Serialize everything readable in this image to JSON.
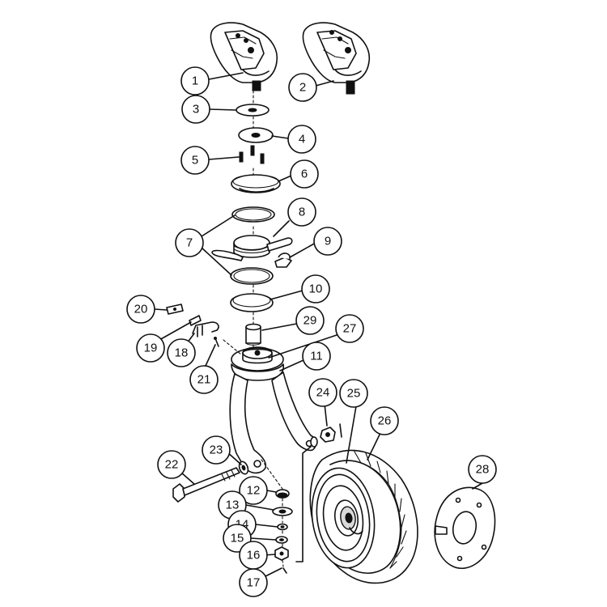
{
  "diagram": {
    "parts": [
      {
        "number": "1",
        "name": "swivel-top-plate-left"
      },
      {
        "number": "2",
        "name": "swivel-top-plate-right"
      },
      {
        "number": "3",
        "name": "flat-washer"
      },
      {
        "number": "4",
        "name": "bearing-plate"
      },
      {
        "number": "5",
        "name": "stud"
      },
      {
        "number": "6",
        "name": "upper-race"
      },
      {
        "number": "7",
        "name": "bearing-ring"
      },
      {
        "number": "8",
        "name": "swivel-lock-spring"
      },
      {
        "number": "9",
        "name": "wing-nut"
      },
      {
        "number": "10",
        "name": "lower-race"
      },
      {
        "number": "11",
        "name": "caster-fork"
      },
      {
        "number": "12",
        "name": "spacer"
      },
      {
        "number": "13",
        "name": "washer"
      },
      {
        "number": "14",
        "name": "bushing"
      },
      {
        "number": "15",
        "name": "lock-washer"
      },
      {
        "number": "16",
        "name": "nut"
      },
      {
        "number": "17",
        "name": "cotter-pin"
      },
      {
        "number": "18",
        "name": "brake-bracket"
      },
      {
        "number": "19",
        "name": "brake-lever"
      },
      {
        "number": "20",
        "name": "clip"
      },
      {
        "number": "21",
        "name": "pin"
      },
      {
        "number": "22",
        "name": "axle-bolt"
      },
      {
        "number": "23",
        "name": "axle-washer"
      },
      {
        "number": "24",
        "name": "axle-nut"
      },
      {
        "number": "25",
        "name": "wheel-hub"
      },
      {
        "number": "26",
        "name": "tire"
      },
      {
        "number": "27",
        "name": "fork-stem-cap"
      },
      {
        "number": "28",
        "name": "hub-cover-plate"
      },
      {
        "number": "29",
        "name": "bushing-sleeve"
      }
    ]
  }
}
